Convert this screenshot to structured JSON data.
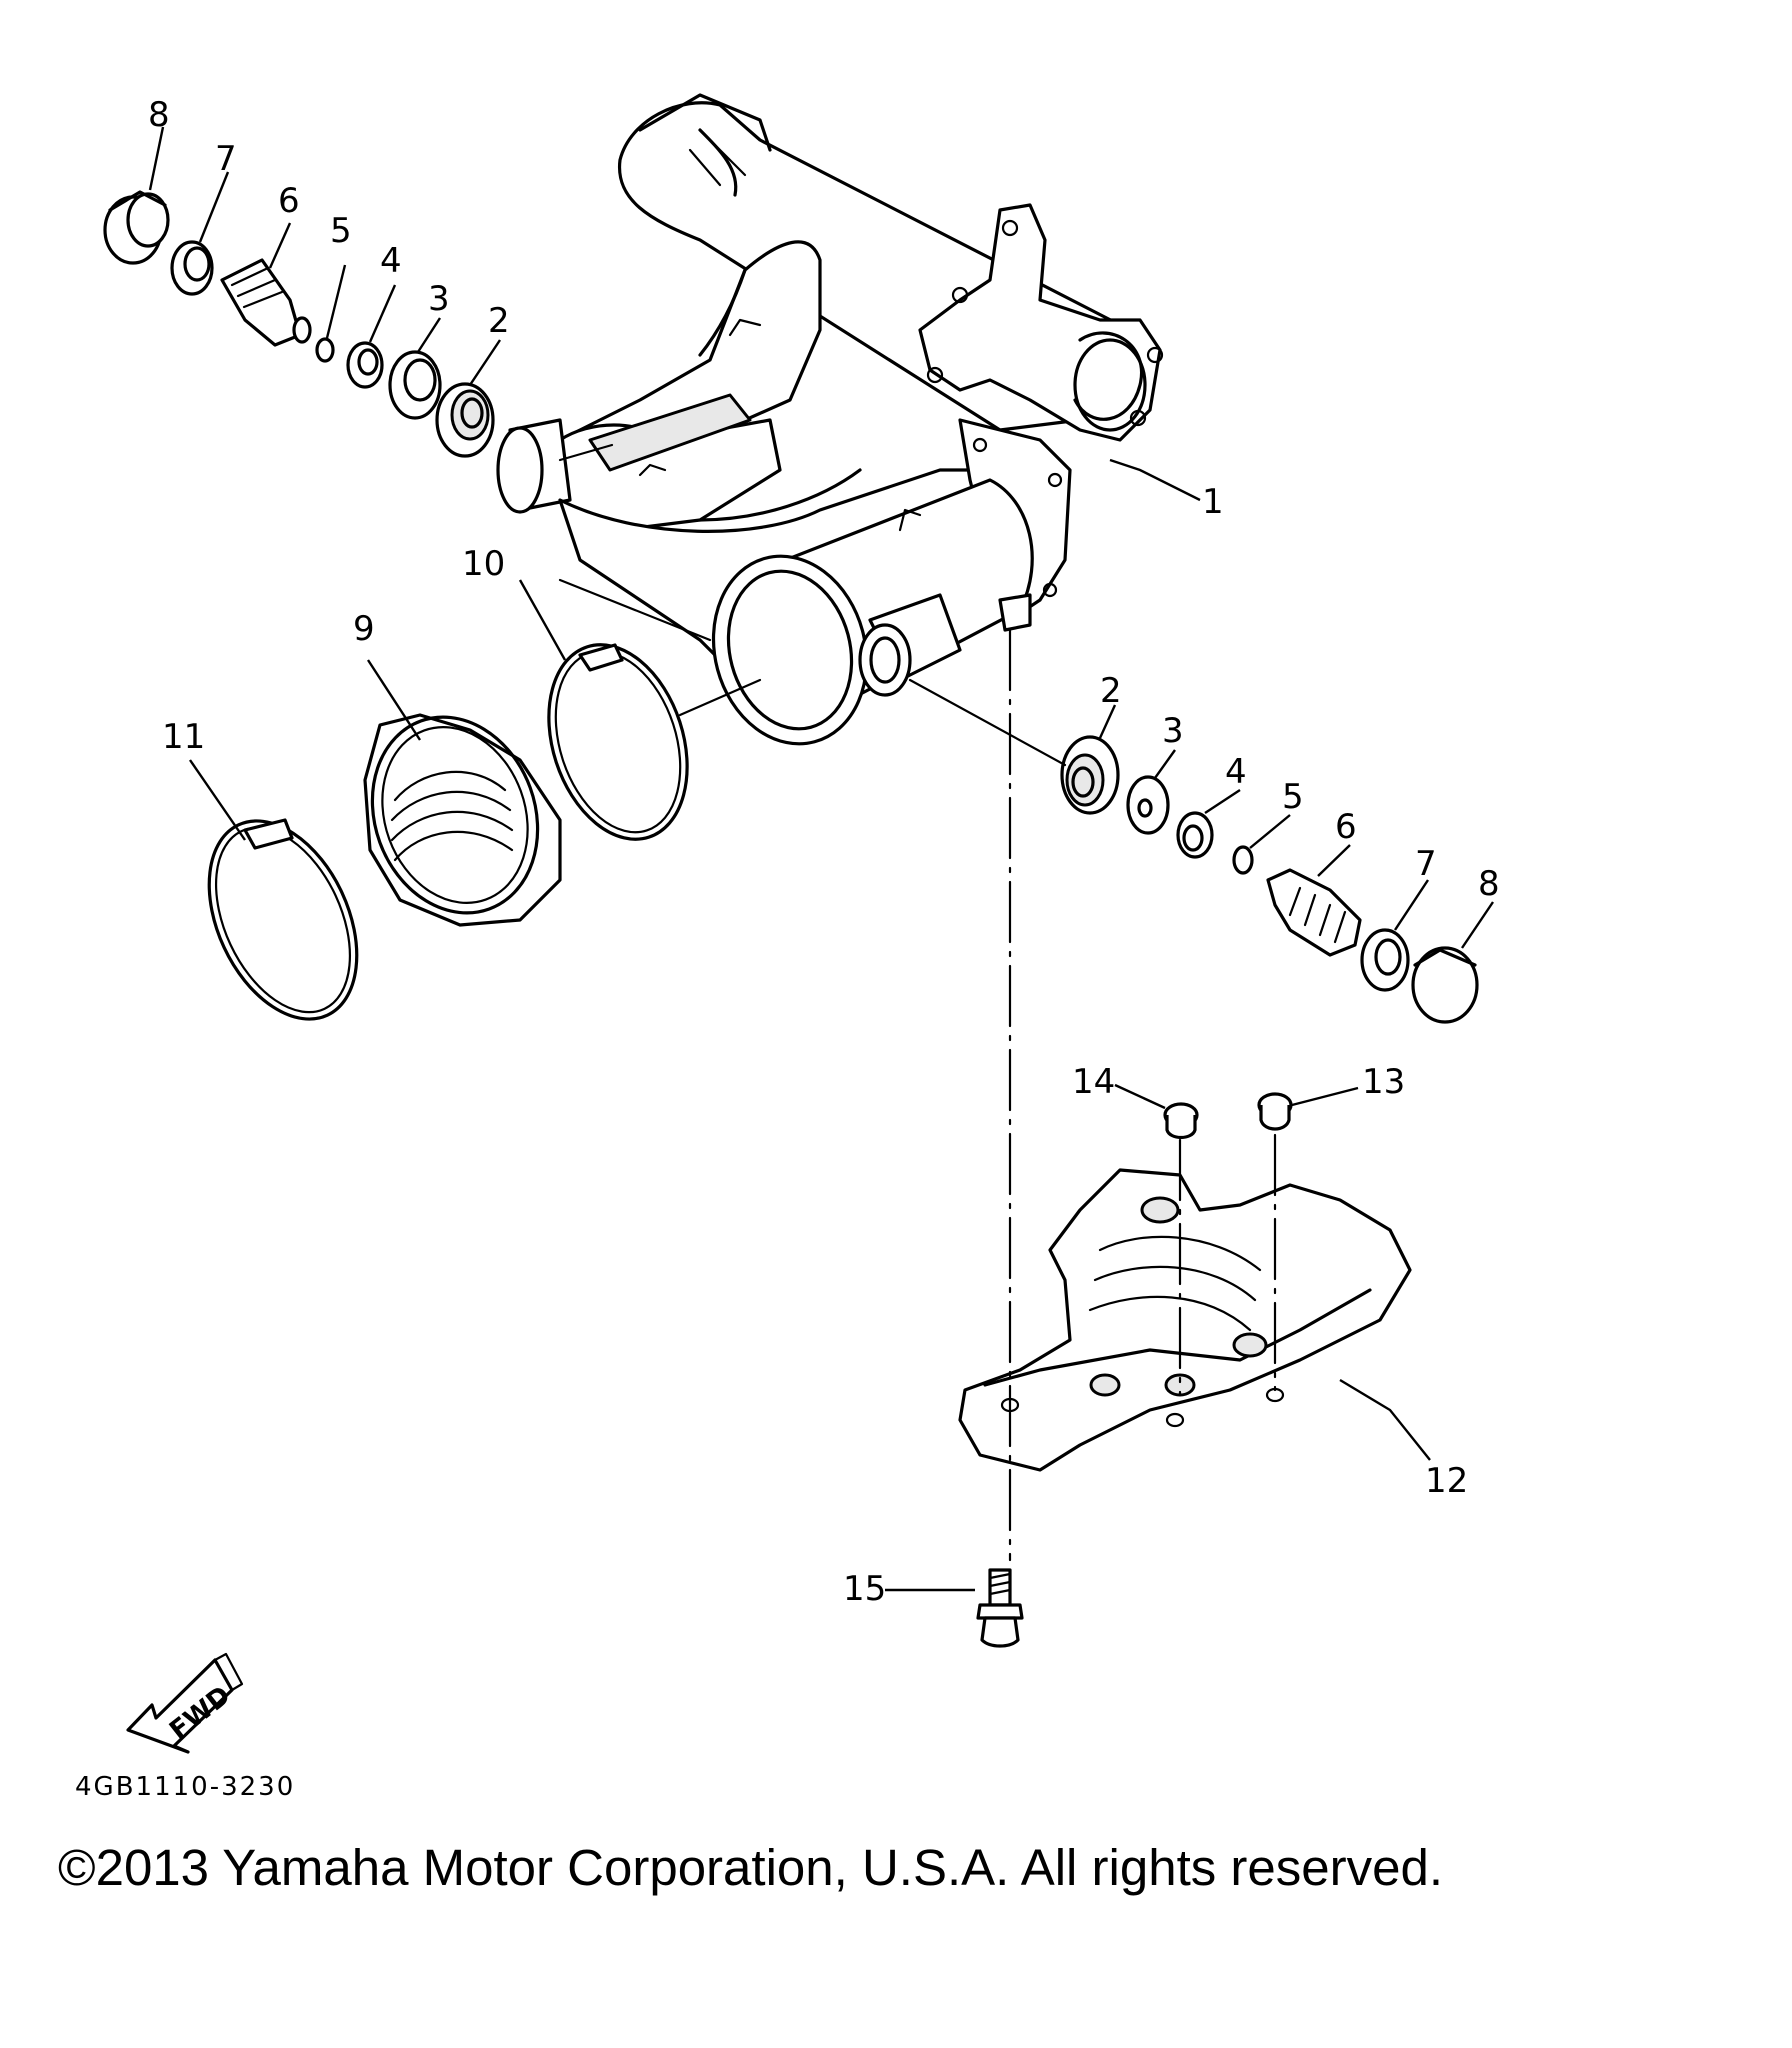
{
  "diagram": {
    "part_code": "4GB1110-3230",
    "fwd_label": "FWD",
    "callouts": {
      "c1": "1",
      "c2a": "2",
      "c3a": "3",
      "c4a": "4",
      "c5a": "5",
      "c6a": "6",
      "c7a": "7",
      "c8a": "8",
      "c9": "9",
      "c10": "10",
      "c11": "11",
      "c12": "12",
      "c13": "13",
      "c14": "14",
      "c15": "15",
      "c2b": "2",
      "c3b": "3",
      "c4b": "4",
      "c5b": "5",
      "c6b": "6",
      "c7b": "7",
      "c8b": "8"
    }
  },
  "footer": {
    "copyright": "©2013 Yamaha Motor Corporation, U.S.A. All rights reserved."
  }
}
